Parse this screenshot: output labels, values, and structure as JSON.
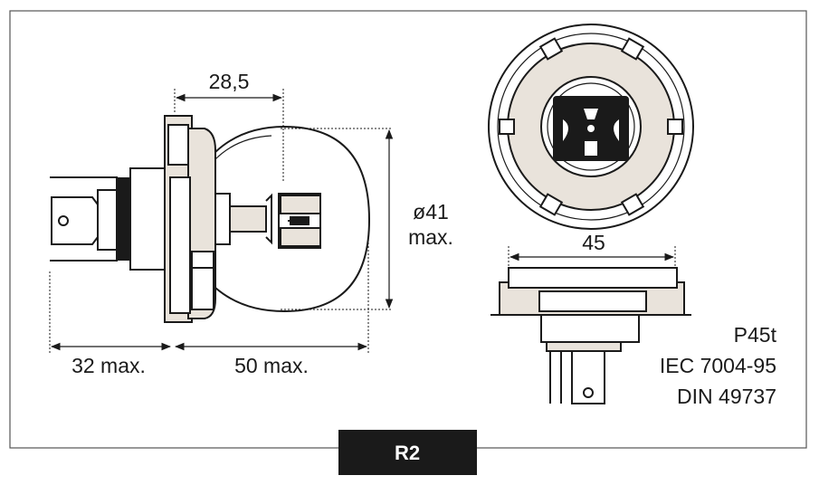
{
  "dimensions": {
    "pin_offset": "28,5",
    "diameter_line1": "ø41",
    "diameter_line2": "max.",
    "base_length": "32 max.",
    "bulb_length": "50 max.",
    "flange_width": "45"
  },
  "specs": {
    "base": "P45t",
    "iec": "IEC 7004-95",
    "din": "DIN 49737"
  },
  "badge": {
    "label": "R2",
    "color": "#1a1a1a"
  },
  "colors": {
    "line": "#1a1a1a",
    "shade": "#e9e3db",
    "frame": "#555555"
  }
}
